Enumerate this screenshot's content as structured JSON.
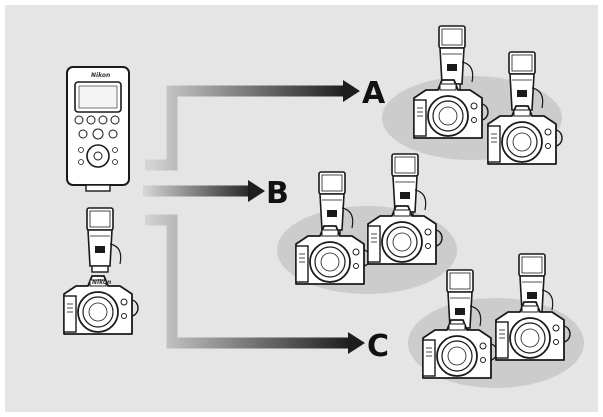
{
  "groups": [
    {
      "label": "A"
    },
    {
      "label": "B"
    },
    {
      "label": "C"
    }
  ],
  "brand": "Nikon",
  "colors": {
    "background": "#e5e5e5",
    "group_ellipse": "#cccccc",
    "arrow_dark": "#1e1e1e",
    "arrow_light": "#cfcfcf",
    "device_fill": "#ffffff",
    "device_stroke": "#1a1a1a"
  }
}
